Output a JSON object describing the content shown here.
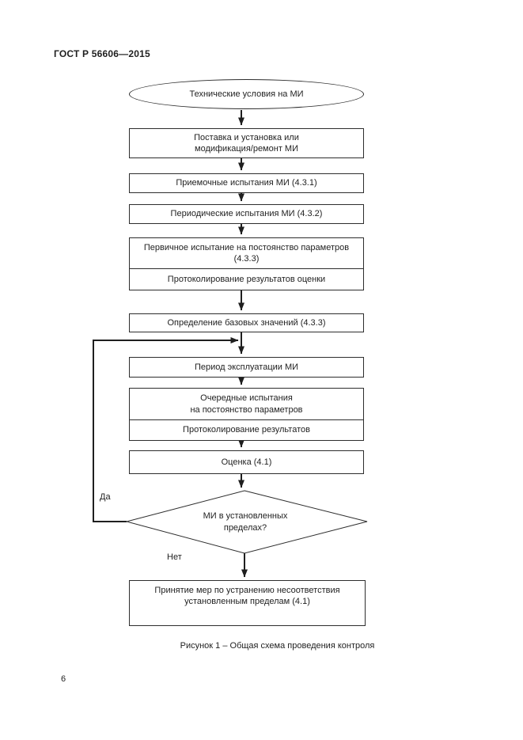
{
  "page": {
    "header": "ГОСТ Р 56606—2015",
    "caption": "Рисунок 1 – Общая схема проведения контроля",
    "page_number": "6"
  },
  "flowchart": {
    "nodes": {
      "start": {
        "type": "terminator",
        "label": "Технические условия на МИ"
      },
      "supply": {
        "type": "process",
        "label": "Поставка и установка или\nмодификация/ремонт МИ"
      },
      "acceptance": {
        "type": "process",
        "label": "Приемочные испытания МИ (4.3.1)"
      },
      "periodic": {
        "type": "process",
        "label": "Периодические испытания МИ (4.3.2)"
      },
      "primary_test": {
        "type": "process",
        "label": "Первичное испытание на постоянство параметров\n(4.3.3)"
      },
      "primary_log": {
        "type": "process",
        "label": "Протоколирование результатов оценки"
      },
      "baseline": {
        "type": "process",
        "label": "Определение базовых значений (4.3.3)"
      },
      "operation": {
        "type": "process",
        "label": "Период эксплуатации МИ"
      },
      "regular_test": {
        "type": "process",
        "label": "Очередные испытания\nна постоянство параметров"
      },
      "regular_log": {
        "type": "process",
        "label": "Протоколирование результатов"
      },
      "evaluation": {
        "type": "process",
        "label": "Оценка (4.1)"
      },
      "decision": {
        "type": "decision",
        "label": "МИ в установленных\nпределах?"
      },
      "actions": {
        "type": "process",
        "label": "Принятие мер по устранению несоответствия\nустановленным пределам (4.1)"
      }
    },
    "edge_labels": {
      "yes": "Да",
      "no": "Нет"
    }
  }
}
